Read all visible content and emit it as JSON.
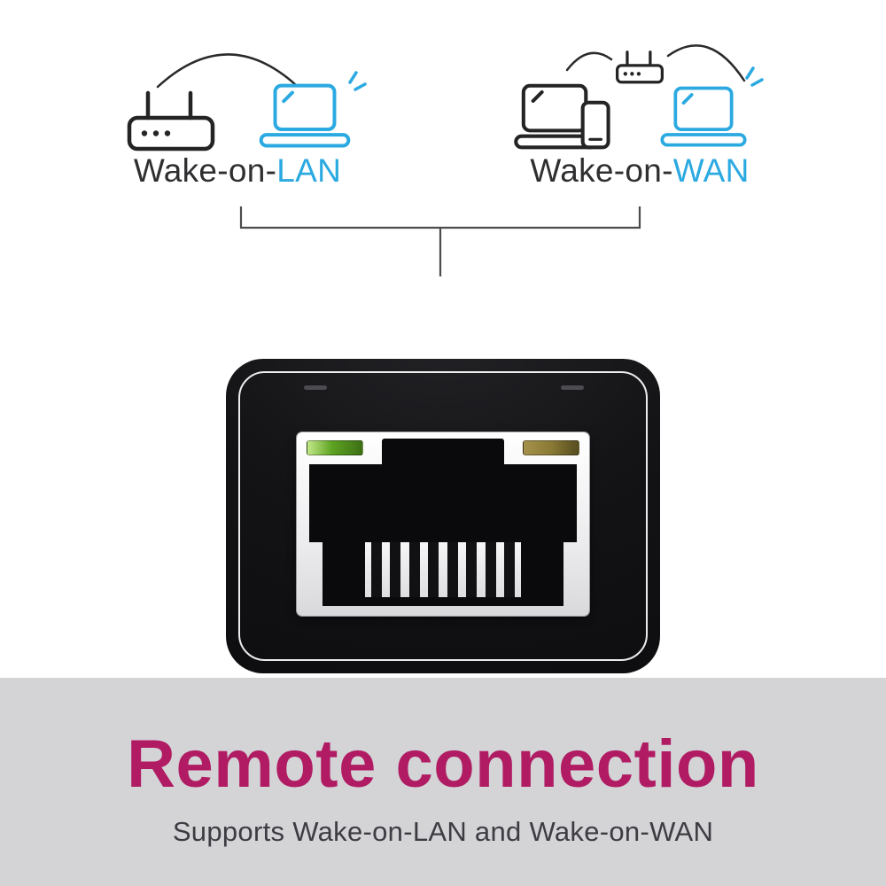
{
  "colors": {
    "accent_blue": "#2BA9E1",
    "icon_dark": "#242424",
    "heading_magenta": "#B01B63",
    "subtitle_gray": "#3C3C42",
    "band_gray": "#D4D3D6",
    "device_black": "#121214",
    "led_green": "#5EA321",
    "led_amber": "#8A7A35"
  },
  "diagram": {
    "features": [
      {
        "id": "wake-on-lan",
        "label_prefix": "Wake-on-",
        "label_highlight": "LAN",
        "icons": [
          "router-icon",
          "signal-arc-icon",
          "laptop-icon",
          "sparkle-icon"
        ]
      },
      {
        "id": "wake-on-wan",
        "label_prefix": "Wake-on-",
        "label_highlight": "WAN",
        "icons": [
          "laptop-icon",
          "phone-icon",
          "signal-arc-icon",
          "router-icon",
          "signal-arc-icon",
          "laptop-icon",
          "sparkle-icon"
        ]
      }
    ]
  },
  "device": {
    "pin_count": 8,
    "leds": [
      {
        "name": "led-green",
        "color_name": "green"
      },
      {
        "name": "led-amber",
        "color_name": "amber"
      }
    ]
  },
  "footer": {
    "title": "Remote connection",
    "subtitle": "Supports Wake-on-LAN and Wake-on-WAN"
  }
}
